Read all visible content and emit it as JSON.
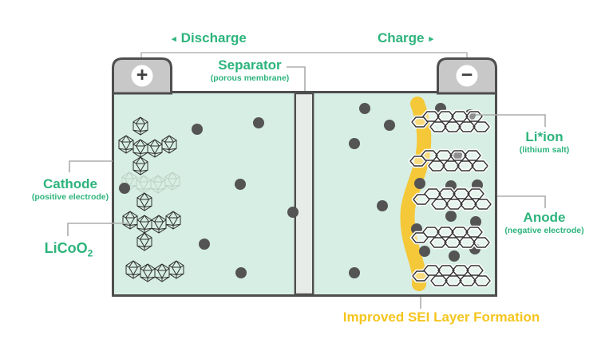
{
  "colors": {
    "green": "#2db47c",
    "label_yellow": "#f5c51d",
    "band_yellow": "#f4c838",
    "mint": "#d7eee4",
    "border_gray": "#4e4e4e",
    "terminal_gray": "#c8c8c8",
    "separator_fill": "#e8ece8",
    "leader_gray": "#aaadaa",
    "dot_gray": "#545454",
    "crystal": "#2f2f2f",
    "crystal_faded": "#bed0c4",
    "ink": "#333333"
  },
  "header": {
    "discharge": {
      "arrow": "◂",
      "label": "Discharge"
    },
    "charge": {
      "label": "Charge",
      "arrow": "▸"
    }
  },
  "battery": {
    "positive_terminal": "+",
    "negative_terminal": "−"
  },
  "labels": {
    "separator": {
      "title": "Separator",
      "subtitle": "(porous membrane)"
    },
    "cathode": {
      "title": "Cathode",
      "subtitle": "(positive electrode)"
    },
    "cathode_material": {
      "formula": "LiCoO",
      "subscript": "2"
    },
    "lithium_ion": {
      "title": "Li*ion",
      "subtitle": "(lithium salt)"
    },
    "anode": {
      "title": "Anode",
      "subtitle": "(negative electrode)"
    },
    "sei": {
      "label": "Improved SEI Layer Formation"
    }
  }
}
